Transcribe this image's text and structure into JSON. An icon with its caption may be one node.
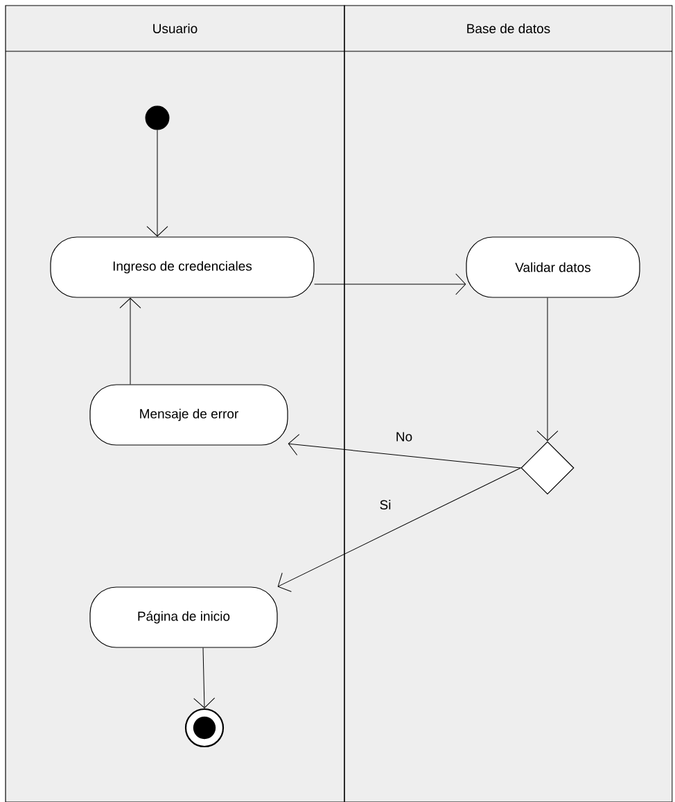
{
  "diagram": {
    "nodes": [
      {
        "text": [
          "Usuario"
        ]
      },
      {
        "text": [
          "Base de datos"
        ]
      },
      {
        "text": [],
        "shape": "circle",
        "in": 0
      },
      {
        "text": [
          "Ingreso de credenciales"
        ],
        "in": 0
      },
      {
        "text": [
          "Validar datos"
        ],
        "in": 1
      },
      {
        "text": [
          "Mensaje de error"
        ],
        "in": 0
      },
      {
        "text": [],
        "shape": "diamond",
        "in": 1
      },
      {
        "text": [
          "Página de inicio"
        ],
        "in": 0
      },
      {
        "text": [],
        "shape": "bullseye",
        "in": 0
      }
    ],
    "edges": [
      {
        "from": 2,
        "to": 3,
        "arrow": "to"
      },
      {
        "from": 3,
        "to": 4,
        "arrow": "to"
      },
      {
        "from": 4,
        "to": 6,
        "arrow": "to"
      },
      {
        "from": 6,
        "to": 5,
        "arrow": "to",
        "label": "No"
      },
      {
        "from": 6,
        "to": 7,
        "arrow": "to",
        "label": "Si"
      },
      {
        "from": 5,
        "to": 3,
        "arrow": "to"
      },
      {
        "from": 7,
        "to": 8,
        "arrow": "to"
      }
    ]
  }
}
